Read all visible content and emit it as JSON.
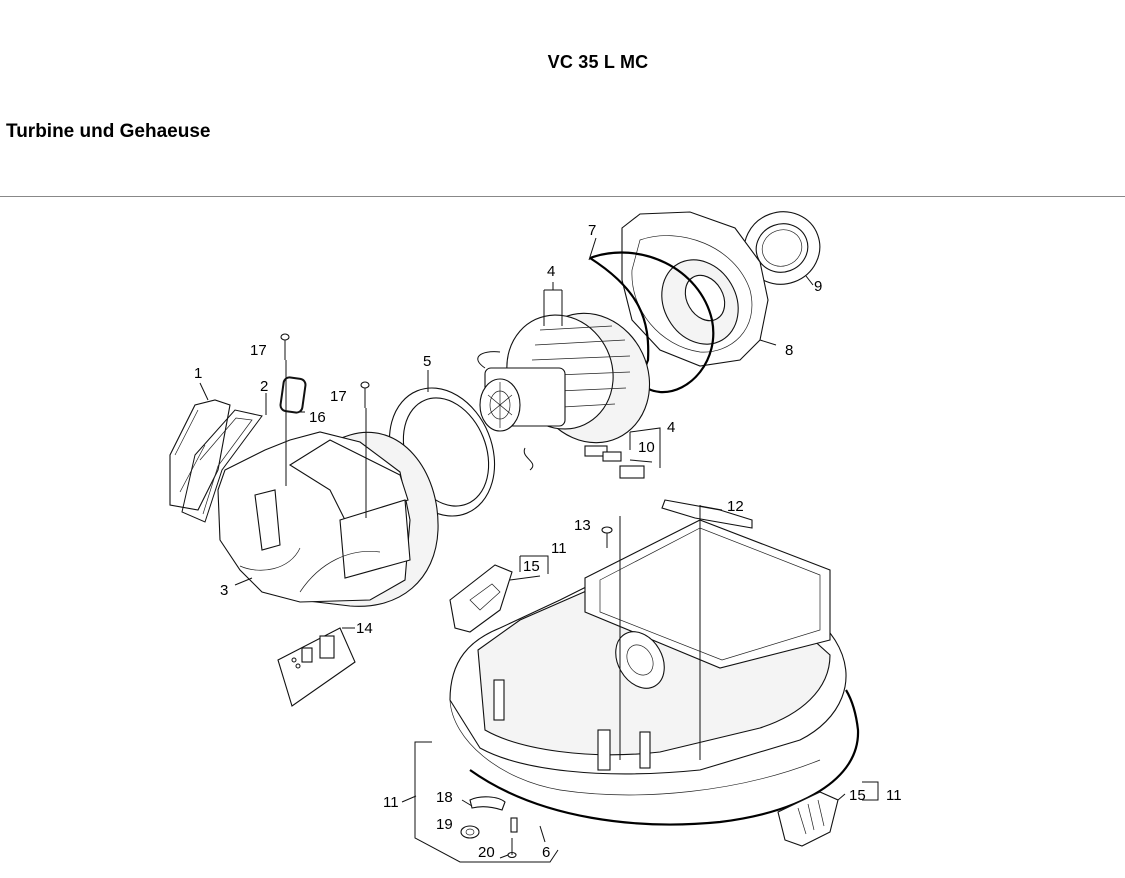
{
  "header": {
    "model": "VC 35 L MC",
    "section": "Turbine und Gehaeuse"
  },
  "callouts": {
    "c1": "1",
    "c2": "2",
    "c3": "3",
    "c4a": "4",
    "c4b": "4",
    "c5": "5",
    "c6": "6",
    "c7": "7",
    "c8": "8",
    "c9": "9",
    "c10": "10",
    "c11a": "11",
    "c11b": "11",
    "c11c": "11",
    "c12": "12",
    "c13": "13",
    "c14": "14",
    "c15a": "15",
    "c15b": "15",
    "c16": "16",
    "c17a": "17",
    "c17b": "17",
    "c18": "18",
    "c19": "19",
    "c20": "20"
  }
}
